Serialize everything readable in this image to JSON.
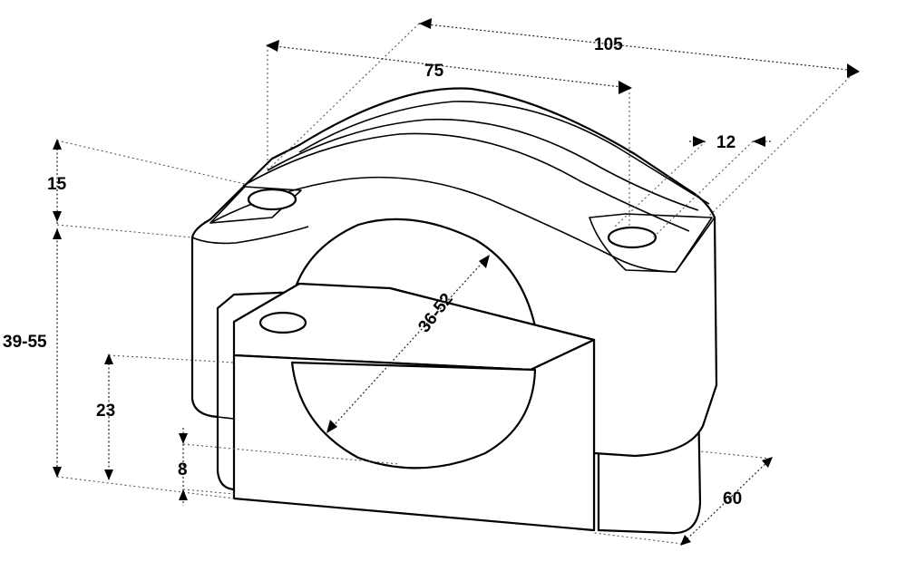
{
  "diagram": {
    "dimensions": [
      {
        "id": "length-outer",
        "text": "105"
      },
      {
        "id": "length-holes",
        "text": "75"
      },
      {
        "id": "hole-width",
        "text": "12"
      },
      {
        "id": "top-height",
        "text": "15"
      },
      {
        "id": "total-height",
        "text": "39-55"
      },
      {
        "id": "lower-height",
        "text": "23"
      },
      {
        "id": "base-height",
        "text": "8"
      },
      {
        "id": "cable-diameter",
        "text": "36-52"
      },
      {
        "id": "depth",
        "text": "60"
      }
    ]
  }
}
